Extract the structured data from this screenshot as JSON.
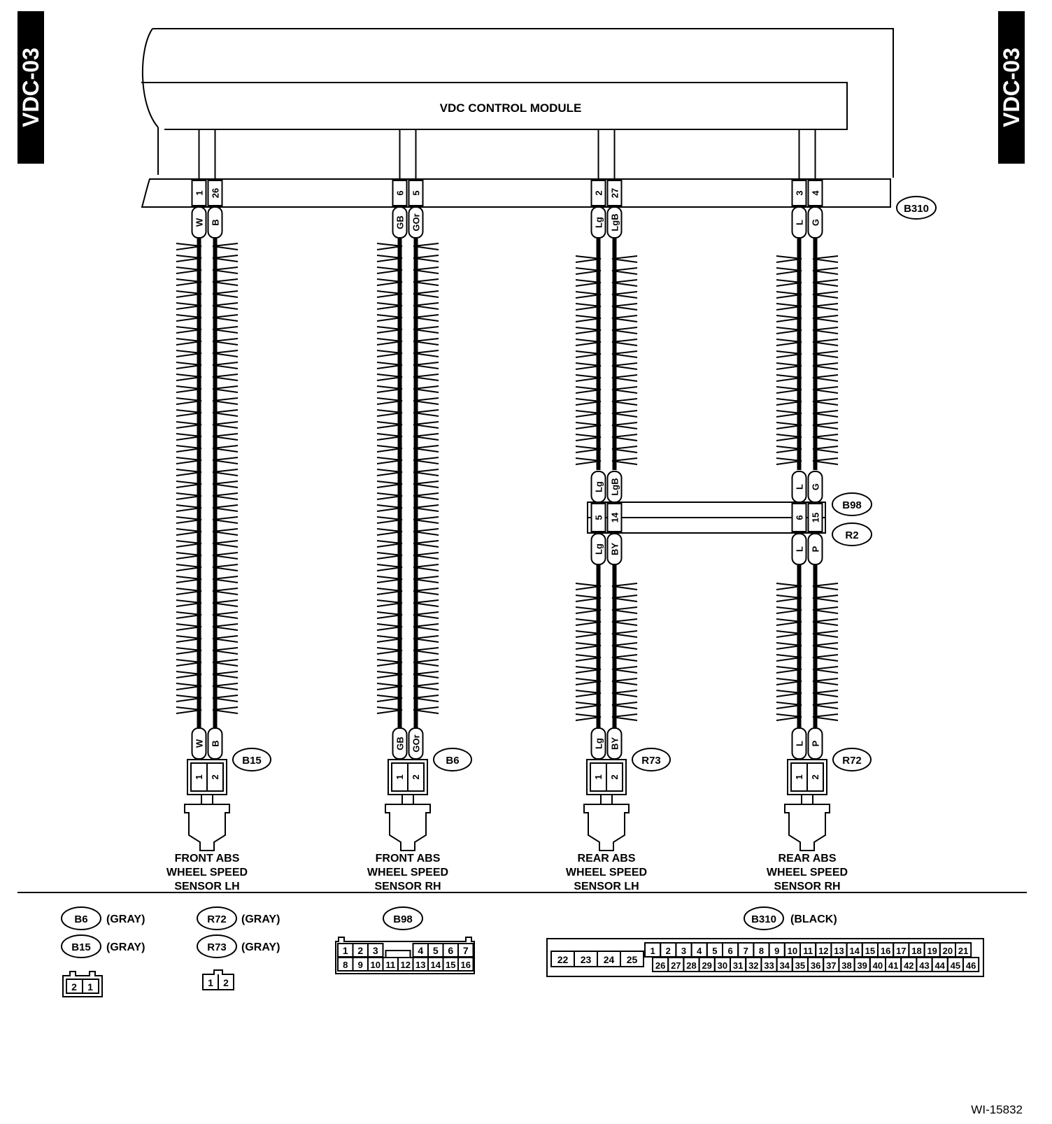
{
  "page_tab": {
    "left": "VDC-03",
    "right": "VDC-03"
  },
  "module": {
    "title": "VDC CONTROL MODULE",
    "connector": "B310"
  },
  "sensors": [
    {
      "id": "front-lh",
      "label": [
        "FRONT ABS",
        "WHEEL SPEED",
        "SENSOR LH"
      ],
      "pins": [
        "1",
        "26"
      ],
      "wires_top": [
        "W",
        "B"
      ],
      "wires_bottom": [
        "W",
        "B"
      ],
      "connector": "B15",
      "connector_pins": [
        "1",
        "2"
      ]
    },
    {
      "id": "front-rh",
      "label": [
        "FRONT ABS",
        "WHEEL SPEED",
        "SENSOR RH"
      ],
      "pins": [
        "6",
        "5"
      ],
      "wires_top": [
        "GB",
        "GOr"
      ],
      "wires_bottom": [
        "GB",
        "GOr"
      ],
      "connector": "B6",
      "connector_pins": [
        "1",
        "2"
      ]
    },
    {
      "id": "rear-lh",
      "label": [
        "REAR ABS",
        "WHEEL SPEED",
        "SENSOR LH"
      ],
      "pins": [
        "2",
        "27"
      ],
      "wires_top": [
        "Lg",
        "LgB"
      ],
      "wires_mid_top": [
        "Lg",
        "LgB"
      ],
      "mid_pins": [
        "5",
        "14"
      ],
      "wires_mid_bottom": [
        "Lg",
        "BY"
      ],
      "wires_bottom": [
        "Lg",
        "BY"
      ],
      "connector": "R73",
      "connector_pins": [
        "1",
        "2"
      ]
    },
    {
      "id": "rear-rh",
      "label": [
        "REAR ABS",
        "WHEEL SPEED",
        "SENSOR RH"
      ],
      "pins": [
        "3",
        "4"
      ],
      "wires_top": [
        "L",
        "G"
      ],
      "wires_mid_top": [
        "L",
        "G"
      ],
      "mid_pins": [
        "6",
        "15"
      ],
      "wires_mid_bottom": [
        "L",
        "P"
      ],
      "wires_bottom": [
        "L",
        "P"
      ],
      "connector": "R72",
      "connector_pins": [
        "1",
        "2"
      ]
    }
  ],
  "joint_connectors": {
    "upper": "B98",
    "lower": "R2"
  },
  "legend": {
    "b6": {
      "name": "B6",
      "color": "(GRAY)"
    },
    "b15": {
      "name": "B15",
      "color": "(GRAY)"
    },
    "r72": {
      "name": "R72",
      "color": "(GRAY)"
    },
    "r73": {
      "name": "R73",
      "color": "(GRAY)"
    },
    "b98": {
      "name": "B98"
    },
    "b310": {
      "name": "B310",
      "color": "(BLACK)"
    },
    "small2_pins": [
      "2",
      "1"
    ],
    "small2b_pins": [
      "1",
      "2"
    ],
    "b98_top": [
      "1",
      "2",
      "3",
      "4",
      "5",
      "6",
      "7"
    ],
    "b98_bottom": [
      "8",
      "9",
      "10",
      "11",
      "12",
      "13",
      "14",
      "15",
      "16"
    ],
    "b310_side": [
      "22",
      "23",
      "24",
      "25"
    ],
    "b310_top": [
      "1",
      "2",
      "3",
      "4",
      "5",
      "6",
      "7",
      "8",
      "9",
      "10",
      "11",
      "12",
      "13",
      "14",
      "15",
      "16",
      "17",
      "18",
      "19",
      "20",
      "21"
    ],
    "b310_bottom": [
      "26",
      "27",
      "28",
      "29",
      "30",
      "31",
      "32",
      "33",
      "34",
      "35",
      "36",
      "37",
      "38",
      "39",
      "40",
      "41",
      "42",
      "43",
      "44",
      "45",
      "46"
    ]
  },
  "figure_id": "WI-15832"
}
